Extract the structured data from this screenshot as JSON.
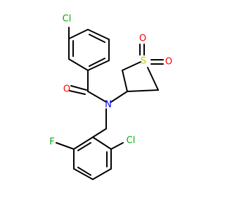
{
  "colors": {
    "bond": "#000000",
    "carbon": "#000000",
    "nitrogen": "#0000ff",
    "oxygen": "#ff0000",
    "sulfur": "#c8c800",
    "chlorine": "#00b000",
    "fluorine": "#00b000",
    "background": "#ffffff"
  },
  "atoms": {
    "cl_benzoyl": "Cl",
    "o_carbonyl": "O",
    "n_amide": "N",
    "s_sulfone": "S",
    "o_sulfone_top": "O",
    "o_sulfone_right": "O",
    "f_benzyl": "F",
    "cl_benzyl": "Cl"
  }
}
